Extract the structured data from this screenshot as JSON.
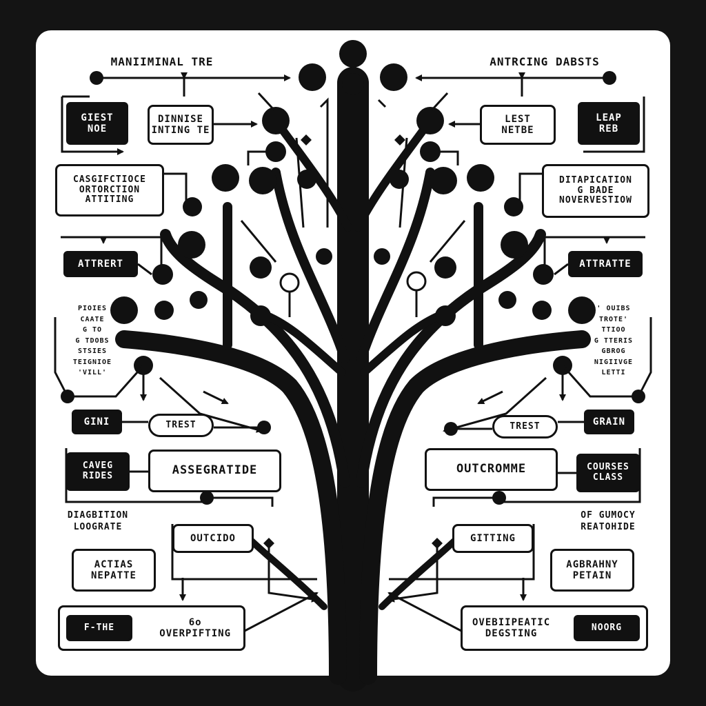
{
  "titles": {
    "left": "MANIIMINAL TRE",
    "right": "ANTRCING DABSTS"
  },
  "nodes": {
    "giest": "GIEST\nNOE",
    "dinnise": "DINNISE\nINTING TE",
    "lest": "LEST\nNETBE",
    "leap": "LEAP\nREB",
    "casgifctioce": "CASGIFCTIOCE\nORTORCTION\nATTITING",
    "ditapication": "DITAPICATION\nG BADE\nNOVERVESTIOW",
    "attrert": "ATTRERT",
    "attratte": "ATTRATTE",
    "left_small": "PIOIES\nCAATE\nG TO\nG TDOBS\nSTSIES\nTEIGNIOE\n'VILL'",
    "right_small": "' OUIBS\nTROTE'\nTTIOO\nG TTERIS\nGBROG\nNIGIIVGE\nLETTI",
    "gini": "GINI",
    "trest_left": "TREST",
    "trest_right": "TREST",
    "grain": "GRAIN",
    "cavegrides": "CAVEG\nRIDES",
    "assegratide": "ASSEGRATIDE",
    "outcromme": "OUTCROMME",
    "coursesclass": "COURSES\nCLASS",
    "diagbition": "DIAGBITION\nLOOGRATE",
    "outcido": "OUTCIDO",
    "gitting": "GITTING",
    "ofgumory": "OF GUMOCY\nREATOHIDE",
    "actias": "ACTIAS\nNEPATTE",
    "agbrahny": "AGBRAHNY\nPETAIN",
    "fthe": "F-THE",
    "overpifting": "6o\nOVERPIFTING",
    "ovebiipeatic": "OVEBIIPEATIC\nDEGSTING",
    "noorg": "NOORG"
  }
}
